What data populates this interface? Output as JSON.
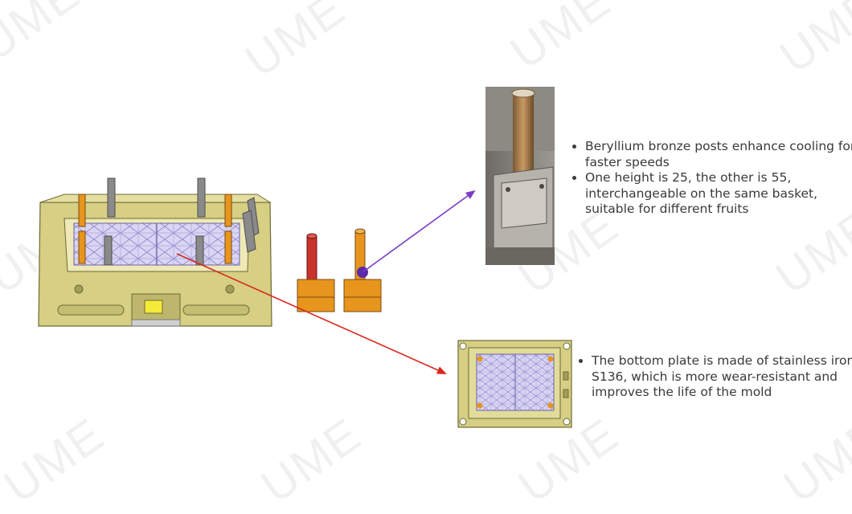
{
  "watermark": "UME",
  "posts": {
    "bullets": [
      "Beryllium bronze posts enhance cooling for faster speeds",
      "One height is 25, the other is 55, interchangeable on the same basket, suitable for different fruits"
    ]
  },
  "bottom_plate": {
    "bullets": [
      "The bottom plate is made of stainless iron S136, which is more wear-resistant and improves the life of the mold"
    ]
  },
  "colors": {
    "mold_body": "#d6cf84",
    "mold_edge": "#6f6a36",
    "basket_grid": "#b9b3e8",
    "post_orange": "#e8951e",
    "post_red": "#c8332c",
    "arrow_red": "#d8281c",
    "arrow_purple": "#7a3cc4",
    "text": "#3a3a3a"
  }
}
